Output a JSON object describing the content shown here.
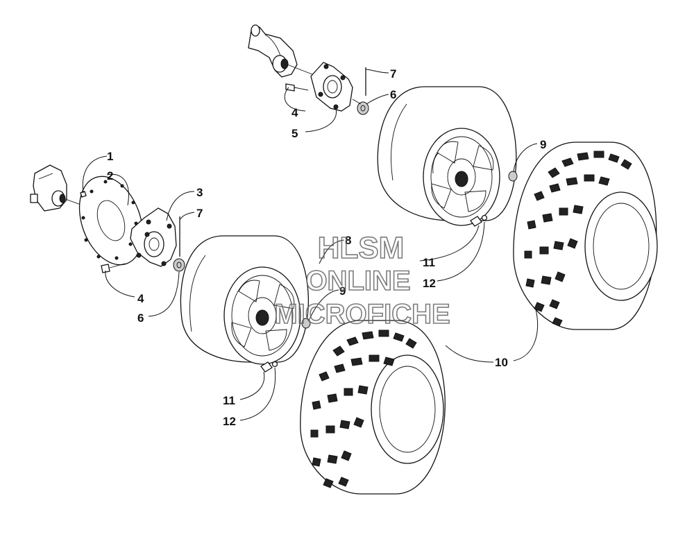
{
  "callouts": {
    "c1": "1",
    "c2": "2",
    "c3": "3",
    "c4a": "4",
    "c4b": "4",
    "c5": "5",
    "c6a": "6",
    "c6b": "6",
    "c7a": "7",
    "c7b": "7",
    "c8": "8",
    "c9a": "9",
    "c9b": "9",
    "c10": "10",
    "c11a": "11",
    "c11b": "11",
    "c12a": "12",
    "c12b": "12"
  },
  "watermark": {
    "line1": "HLSM",
    "line2": "ONLINE",
    "line3": "MICROFICHE"
  }
}
